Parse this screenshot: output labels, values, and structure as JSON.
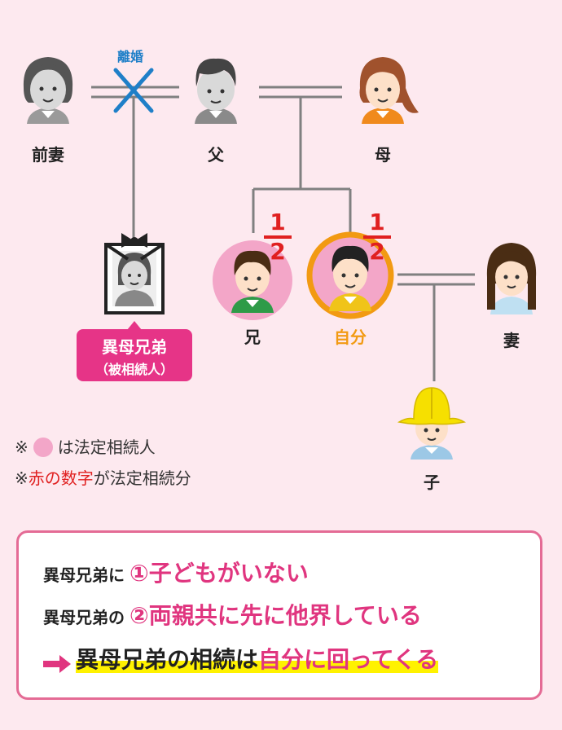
{
  "people": {
    "ex_wife": "前妻",
    "father": "父",
    "mother": "母",
    "older_brother": "兄",
    "self": "自分",
    "wife": "妻",
    "child": "子"
  },
  "divorce_label": "離婚",
  "half_brother_badge": {
    "line1": "異母兄弟",
    "line2": "（被相続人）"
  },
  "shares": {
    "older_brother": {
      "numerator": "1",
      "denominator": "2"
    },
    "self": {
      "numerator": "1",
      "denominator": "2"
    }
  },
  "notes": {
    "line1": {
      "prefix": "※",
      "text": "は法定相続人"
    },
    "line2": {
      "prefix": "※",
      "red": "赤の数字",
      "rest": "が法定相続分"
    }
  },
  "summary": {
    "line1": {
      "lead": "異母兄弟に",
      "point": "①子どもがいない"
    },
    "line2": {
      "lead": "異母兄弟の",
      "point": "②両親共に先に他界している"
    },
    "line3": {
      "part1": "異母兄弟の相続は",
      "part2": "自分に回ってくる"
    }
  },
  "colors": {
    "background": "#fde9ef",
    "line": "#808080",
    "divorce_cross": "#1f7fc8",
    "heir_circle": "#f3a6c8",
    "self_ring": "#f29a12",
    "share_red": "#e02020",
    "badge": "#e63487",
    "box_border": "#e46b95",
    "highlight": "#fff200"
  },
  "icons": [
    "ex-wife-icon",
    "father-icon",
    "mother-icon",
    "memorial-portrait-icon",
    "older-brother-icon",
    "self-icon",
    "wife-icon",
    "child-icon",
    "divorce-cross-icon",
    "arrow-right-icon"
  ]
}
